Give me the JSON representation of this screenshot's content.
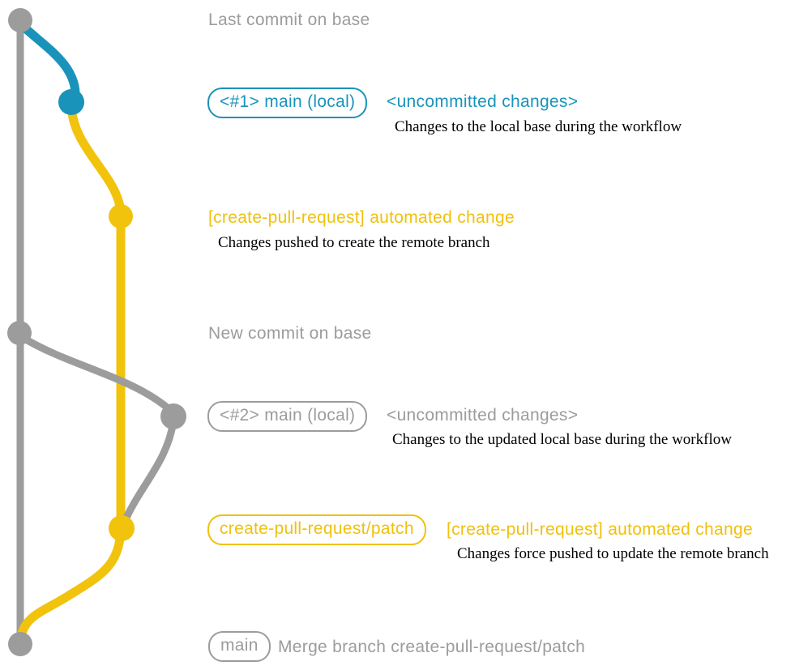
{
  "colors": {
    "gray": "#9c9c9c",
    "blue": "#1a93bb",
    "yellow": "#f1c30d",
    "annotation_text": "#000000"
  },
  "labels": {
    "last_commit": "Last commit on base",
    "branch1_badge": "<#1> main (local)",
    "branch1_status": "<uncommitted changes>",
    "branch1_desc": "Changes to the local base during the workflow",
    "commit1_title": "[create-pull-request] automated change",
    "commit1_desc": "Changes pushed to create the remote branch",
    "new_commit": "New commit on base",
    "branch2_badge": "<#2> main (local)",
    "branch2_status": "<uncommitted changes>",
    "branch2_desc": "Changes to the updated local base during the workflow",
    "patch_badge": "create-pull-request/patch",
    "commit2_title": "[create-pull-request] automated change",
    "commit2_desc": "Changes force pushed to update the remote branch",
    "main_badge": "main",
    "merge_message": "Merge branch create-pull-request/patch"
  }
}
